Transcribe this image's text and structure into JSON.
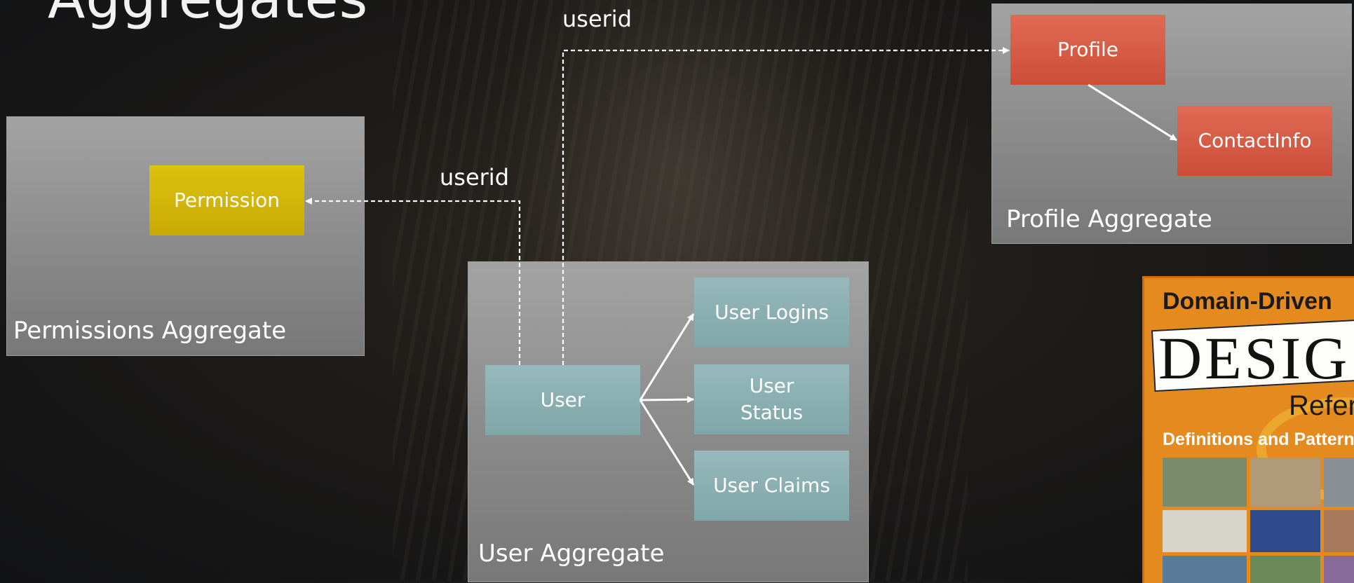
{
  "slide": {
    "title": "Aggregates"
  },
  "aggregates": {
    "permissions": {
      "label": "Permissions Aggregate"
    },
    "user": {
      "label": "User Aggregate"
    },
    "profile": {
      "label": "Profile Aggregate"
    }
  },
  "entities": {
    "permission": "Permission",
    "user": "User",
    "user_logins": "User Logins",
    "user_status": "User\nStatus",
    "user_claims": "User Claims",
    "profile": "Profile",
    "contact_info": "ContactInfo"
  },
  "connections": {
    "user_to_permission": {
      "label": "userid"
    },
    "user_to_profile": {
      "label": "userid"
    }
  },
  "book": {
    "line1": "Domain-Driven",
    "design_word": "DESIG",
    "line2": "Refere",
    "line3": "Definitions and Pattern Sum"
  },
  "colors": {
    "entity_teal": "#8fb3b5",
    "entity_red": "#d95c45",
    "entity_yellow": "#d4b50a",
    "aggregate_gray": "#8f8f8f",
    "book_orange": "#e48a1e"
  }
}
